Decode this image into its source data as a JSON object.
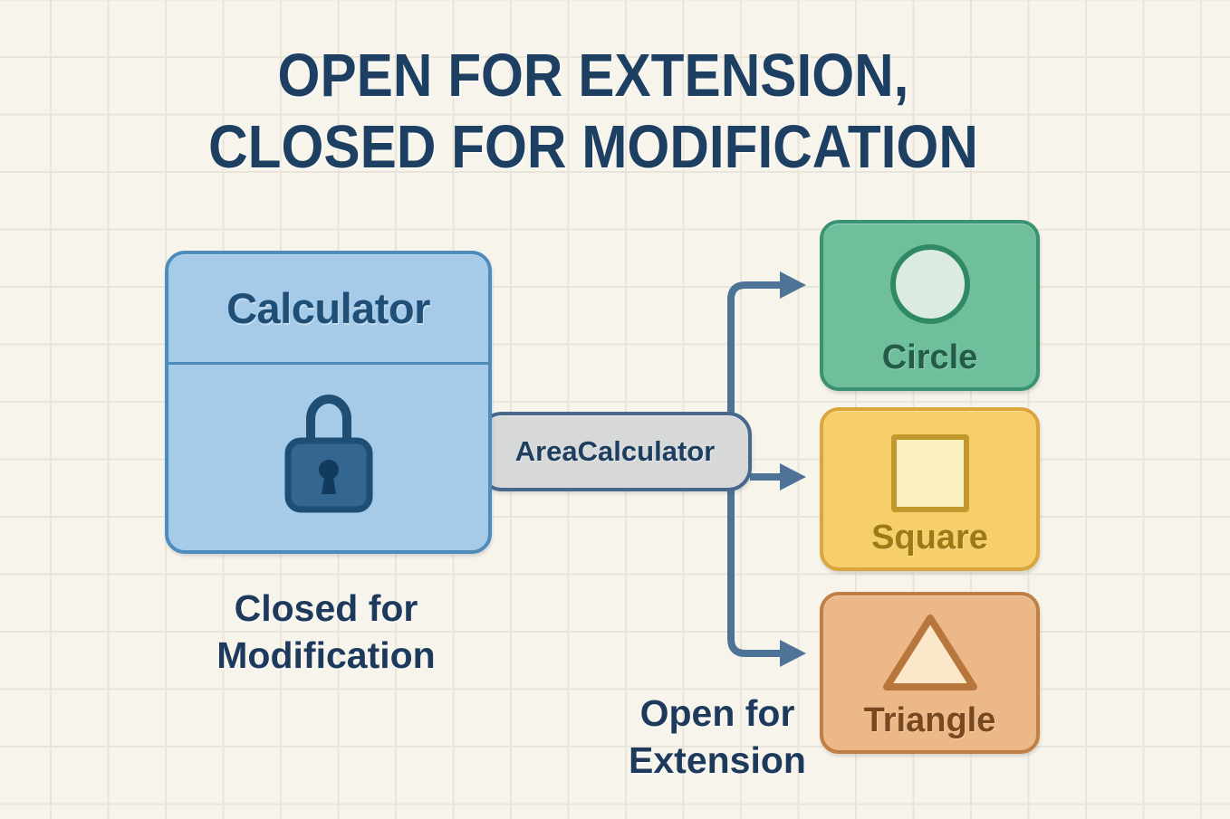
{
  "title": {
    "line1": "OPEN FOR EXTENSION,",
    "line2": "CLOSED FOR MODIFICATION"
  },
  "diagram": {
    "calculator": {
      "title": "Calculator",
      "icon": "lock-icon",
      "caption_line1": "Closed for",
      "caption_line2": "Modification"
    },
    "connector_box": {
      "label": "AreaCalculator"
    },
    "shapes": [
      {
        "label": "Circle",
        "icon": "circle-icon",
        "card_fill": "#70bf9c",
        "card_border": "#3a9272",
        "icon_fill": "#dcebe1",
        "icon_stroke": "#2f8a63",
        "label_color": "#235c49"
      },
      {
        "label": "Square",
        "icon": "square-icon",
        "card_fill": "#f6cf6a",
        "card_border": "#dba73c",
        "icon_fill": "#faefbe",
        "icon_stroke": "#c2992d",
        "label_color": "#9c7a15"
      },
      {
        "label": "Triangle",
        "icon": "triangle-icon",
        "card_fill": "#ecb888",
        "card_border": "#c07f44",
        "icon_fill": "#fbe7c9",
        "icon_stroke": "#b9763c",
        "label_color": "#78491e"
      }
    ],
    "caption_open_line1": "Open for",
    "caption_open_line2": "Extension"
  },
  "colors": {
    "background": "#f7f4ec",
    "grid_line": "#e9e5da",
    "title_text": "#1d3f62",
    "arrow": "#4d7396",
    "calculator_fill": "#a5cbe9",
    "calculator_border": "#4d8cbb",
    "calculator_text": "#1f4f77",
    "lock": "#1e4e74",
    "connector_box_fill": "#d6d9d8",
    "connector_box_border": "#47688c",
    "connector_box_text": "#1d3d61",
    "caption_text": "#1d3a5c"
  }
}
